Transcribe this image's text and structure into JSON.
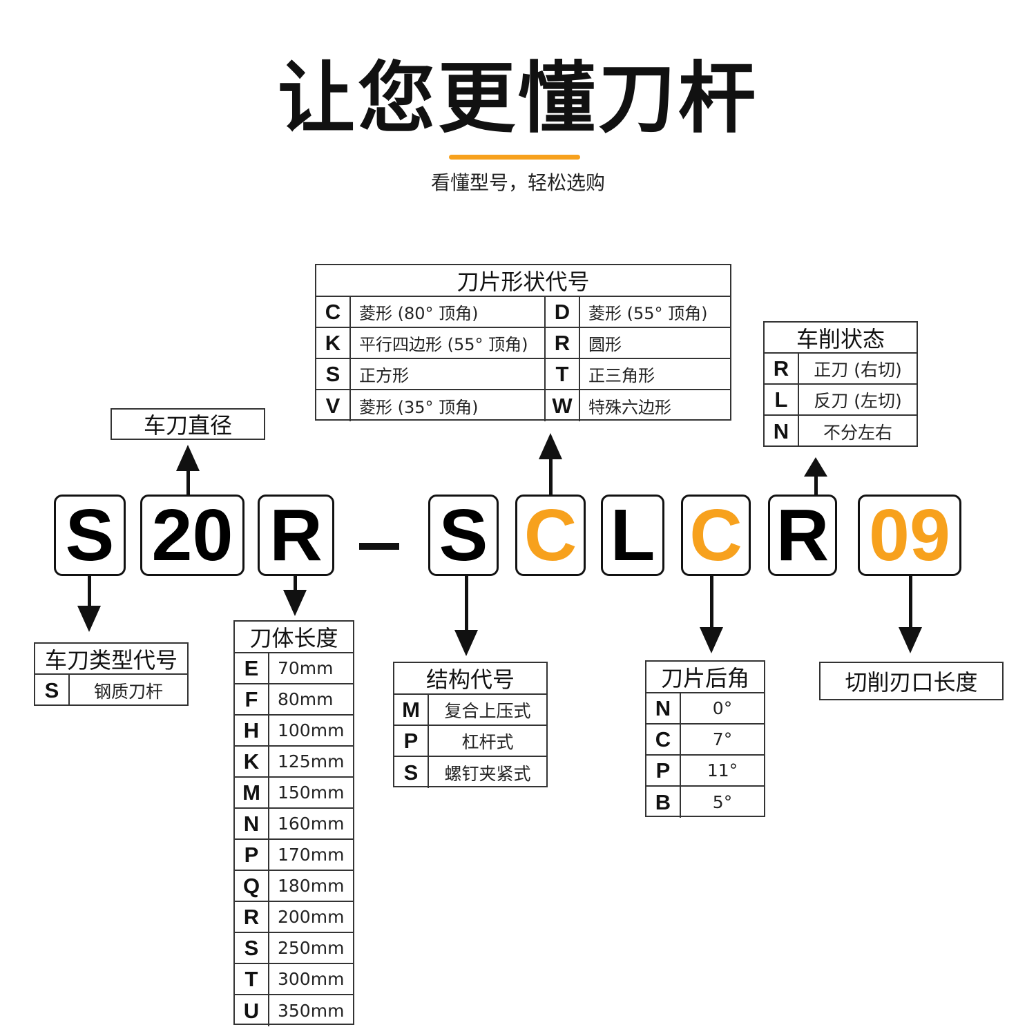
{
  "header": {
    "title": "让您更懂刀杆",
    "subtitle": "看懂型号，轻松选购",
    "accent_color": "#f7a11d"
  },
  "code": {
    "boxes": [
      {
        "text": "S",
        "highlight": false
      },
      {
        "text": "20",
        "highlight": false
      },
      {
        "text": "R",
        "highlight": false
      },
      {
        "text": "S",
        "highlight": false
      },
      {
        "text": "C",
        "highlight": true
      },
      {
        "text": "L",
        "highlight": false
      },
      {
        "text": "C",
        "highlight": true
      },
      {
        "text": "R",
        "highlight": false
      },
      {
        "text": "09",
        "highlight": true
      }
    ],
    "separator": "–"
  },
  "diameter": {
    "label": "车刀直径"
  },
  "tool_type": {
    "title": "车刀类型代号",
    "rows": [
      {
        "code": "S",
        "desc": "钢质刀杆"
      }
    ]
  },
  "body_length": {
    "title": "刀体长度",
    "rows": [
      {
        "code": "E",
        "desc": "70mm"
      },
      {
        "code": "F",
        "desc": "80mm"
      },
      {
        "code": "H",
        "desc": "100mm"
      },
      {
        "code": "K",
        "desc": "125mm"
      },
      {
        "code": "M",
        "desc": "150mm"
      },
      {
        "code": "N",
        "desc": "160mm"
      },
      {
        "code": "P",
        "desc": "170mm"
      },
      {
        "code": "Q",
        "desc": "180mm"
      },
      {
        "code": "R",
        "desc": "200mm"
      },
      {
        "code": "S",
        "desc": "250mm"
      },
      {
        "code": "T",
        "desc": "300mm"
      },
      {
        "code": "U",
        "desc": "350mm"
      }
    ]
  },
  "structure": {
    "title": "结构代号",
    "rows": [
      {
        "code": "M",
        "desc": "复合上压式"
      },
      {
        "code": "P",
        "desc": "杠杆式"
      },
      {
        "code": "S",
        "desc": "螺钉夹紧式"
      }
    ]
  },
  "insert_shape": {
    "title": "刀片形状代号",
    "rows": [
      {
        "code1": "C",
        "desc1": "菱形 (80° 顶角)",
        "code2": "D",
        "desc2": "菱形 (55° 顶角)"
      },
      {
        "code1": "K",
        "desc1": "平行四边形 (55° 顶角)",
        "code2": "R",
        "desc2": "圆形"
      },
      {
        "code1": "S",
        "desc1": "正方形",
        "code2": "T",
        "desc2": "正三角形"
      },
      {
        "code1": "V",
        "desc1": "菱形 (35° 顶角)",
        "code2": "W",
        "desc2": "特殊六边形"
      }
    ]
  },
  "clearance": {
    "title": "刀片后角",
    "rows": [
      {
        "code": "N",
        "desc": "0°"
      },
      {
        "code": "C",
        "desc": "7°"
      },
      {
        "code": "P",
        "desc": "11°"
      },
      {
        "code": "B",
        "desc": "5°"
      }
    ]
  },
  "turning": {
    "title": "车削状态",
    "rows": [
      {
        "code": "R",
        "desc": "正刀 (右切)"
      },
      {
        "code": "L",
        "desc": "反刀 (左切)"
      },
      {
        "code": "N",
        "desc": "不分左右"
      }
    ]
  },
  "cutting_length": {
    "label": "切削刃口长度"
  }
}
